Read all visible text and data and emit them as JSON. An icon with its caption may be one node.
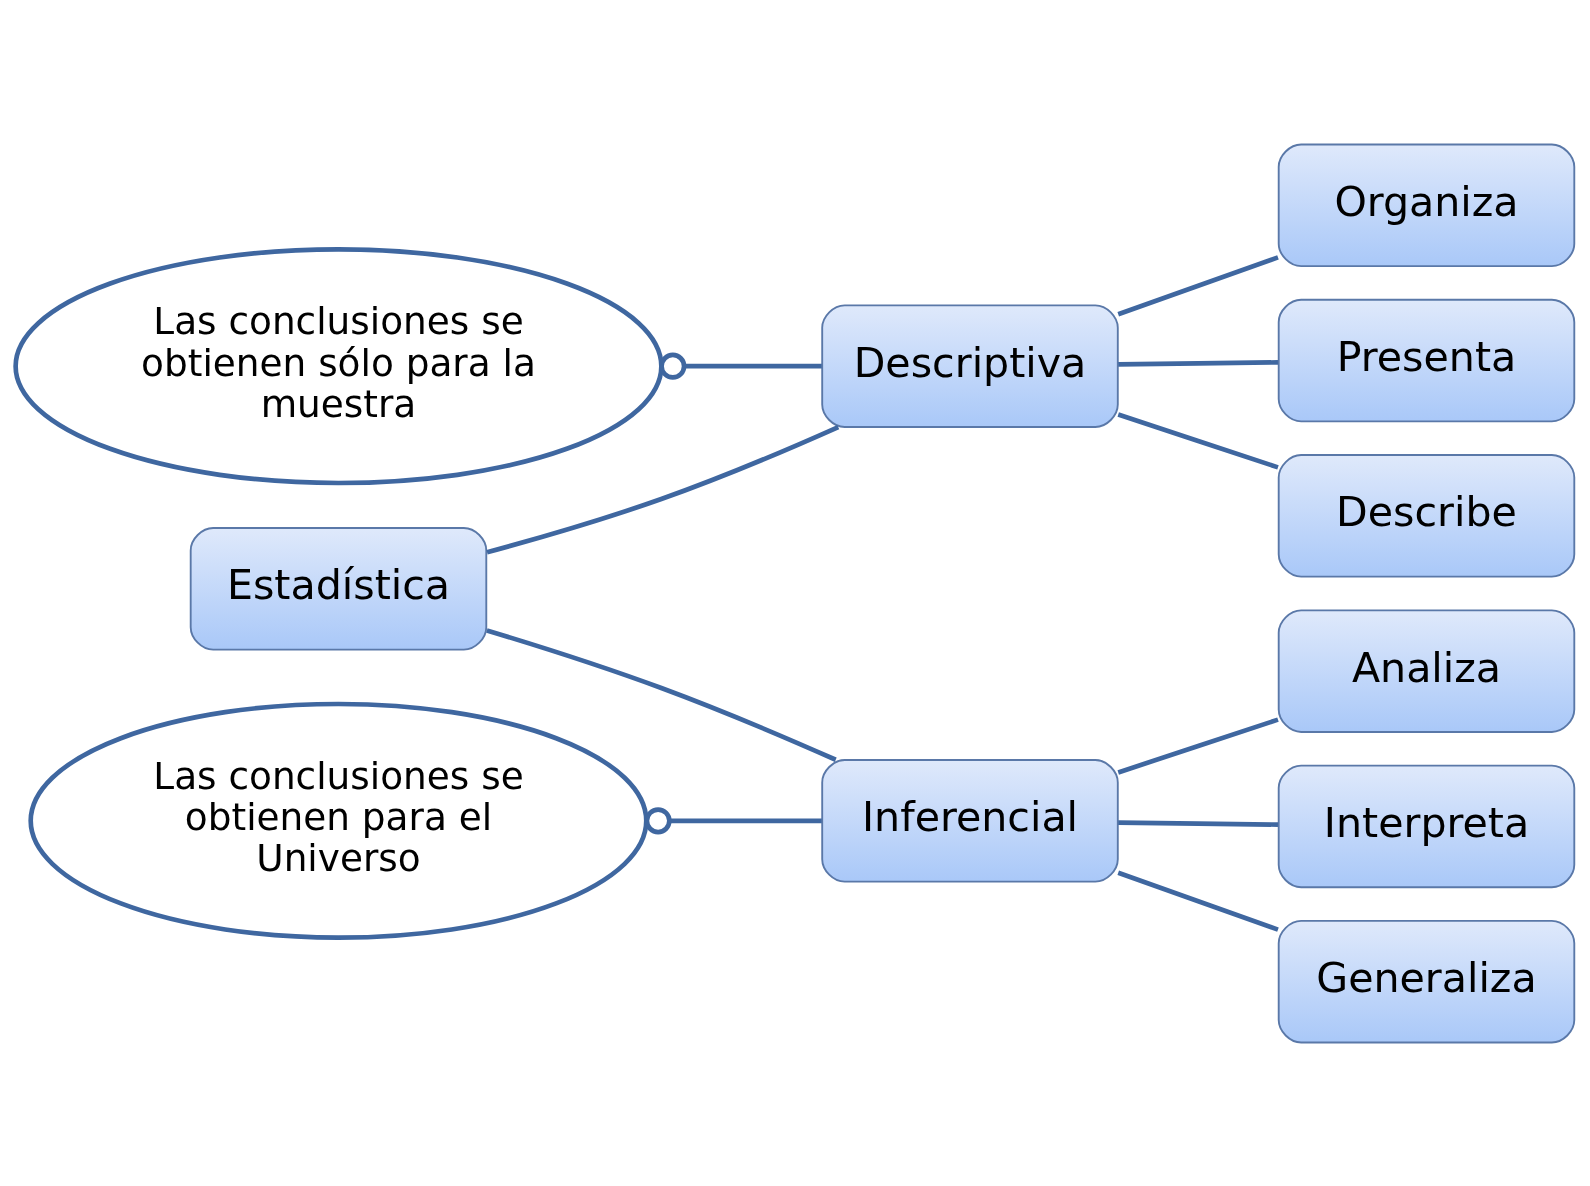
{
  "diagram": {
    "nodes": [
      {
        "text": [
          "Estadística"
        ]
      },
      {
        "text": [
          "Descriptiva"
        ]
      },
      {
        "text": [
          "Inferencial"
        ]
      },
      {
        "text": [
          "Organiza"
        ]
      },
      {
        "text": [
          "Presenta"
        ]
      },
      {
        "text": [
          "Describe"
        ]
      },
      {
        "text": [
          "Analiza"
        ]
      },
      {
        "text": [
          "Interpreta"
        ]
      },
      {
        "text": [
          "Generaliza"
        ]
      },
      {
        "text": [
          "Las conclusiones se obtienen sólo para la muestra"
        ]
      },
      {
        "text": [
          "Las conclusiones se obtienen para el Universo"
        ]
      }
    ],
    "edges": [
      {
        "from": 0,
        "to": 1,
        "arrow": "none"
      },
      {
        "from": 0,
        "to": 2,
        "arrow": "none"
      },
      {
        "from": 1,
        "to": 3,
        "arrow": "none"
      },
      {
        "from": 1,
        "to": 4,
        "arrow": "none"
      },
      {
        "from": 1,
        "to": 5,
        "arrow": "none"
      },
      {
        "from": 2,
        "to": 6,
        "arrow": "none"
      },
      {
        "from": 2,
        "to": 7,
        "arrow": "none"
      },
      {
        "from": 2,
        "to": 8,
        "arrow": "none"
      },
      {
        "from": 9,
        "to": 1,
        "arrow": "other"
      },
      {
        "from": 10,
        "to": 2,
        "arrow": "other"
      }
    ]
  }
}
